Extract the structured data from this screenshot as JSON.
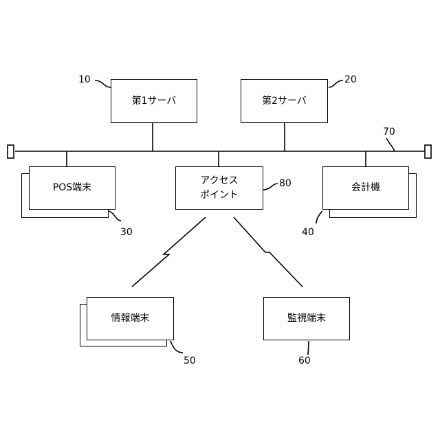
{
  "nodes": {
    "server1": {
      "label": "第1サーバ",
      "ref": "10"
    },
    "server2": {
      "label": "第2サーバ",
      "ref": "20"
    },
    "pos": {
      "label": "POS端末",
      "ref": "30"
    },
    "access_point": {
      "line1": "アクセス",
      "line2": "ポイント",
      "ref": "80"
    },
    "accounting": {
      "label": "会計機",
      "ref": "40"
    },
    "info_terminal": {
      "label": "情報端末",
      "ref": "50"
    },
    "monitor": {
      "label": "監視端末",
      "ref": "60"
    }
  },
  "network": {
    "ref": "70"
  }
}
